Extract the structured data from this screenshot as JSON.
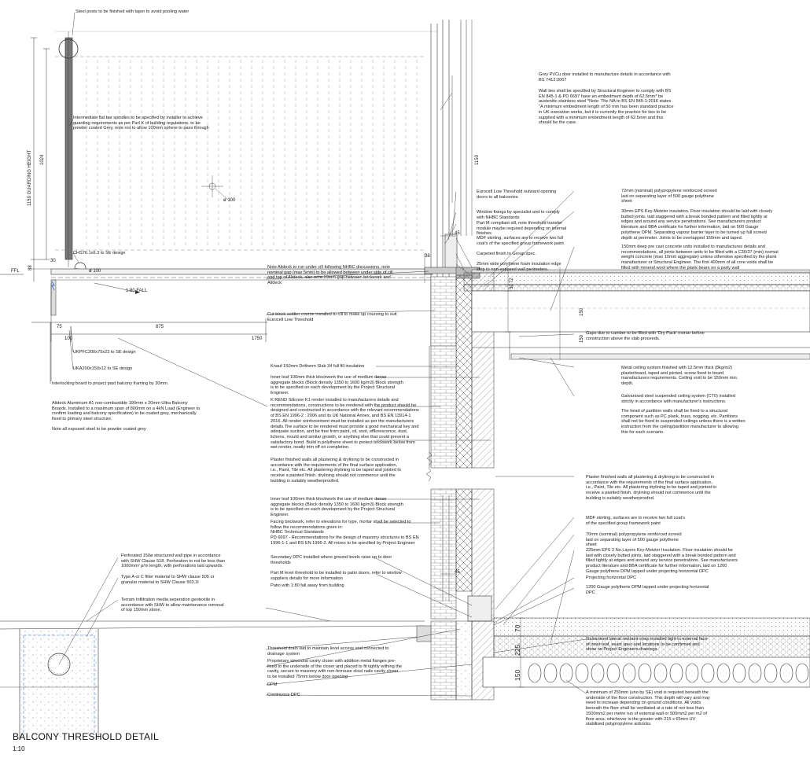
{
  "title": "BALCONY THRESHOLD DETAIL",
  "scale": "1:10",
  "notes": {
    "steel_posts": "Steel posts to be finished with taper to avoid pooling water",
    "spindles": "Intermediate flat bar spindles to be specified by installer to achieve\nguarding requirements as per Part K of building regulations, to be\npowder coated Grey, note not to allow 100mm sphere to pass through",
    "chs": "CHS76.1x6.3 to SE design",
    "ufkfc": "UKPFC200x75x23 to SE design",
    "uka": "UKA200x150x12 to SE design",
    "interlocking": "Interlocking board to project past balcony framing by 30mm",
    "alideck": "Alideck Aluminium A1 non-combustible 190mm x 20mm Ultra Balcony\nBoards. Installed to a maximum span of 800mm on a 4kN Load (Engineer to\nconfirm loading and balcony specification) to be coated grey, mechanically\nfixed to primary steel structure.",
    "exposed_steel": "Note all exposed steel to be powder coated grey",
    "grey_door": "Grey PVCu door installed to manufacture details in accordance with\nBS 7412:2007",
    "wall_ties": "Wall ties shall be specified by Structural Engineer to comply with BS\nEN 845-1 & PD 6697 have an embedment depth of 62.5mm* be\naustenitic stainless steel *Note: The NA to BS EN 845-1:2016 states\n\"A minimum embedment length of 50 mm has been standard practice\nin UK execution works, but it is currently the practice for ties to be\nsupplied with a minimum embedment length of 62.5mm and this\nshould be the case.",
    "eurocell_low": "Eurocell Low Threshold outward opening\ndoors to all balconies",
    "window_fixings": "Window fixings by specialist and to comply\nwith NHBC Standards",
    "part_m_sill": "Part M compliant sill, note threshold transfer\nmodule maybe required depending on internal\nfinishes",
    "mdf_top": "MDF skirting, surfaces are to receive two full\ncoat's of the specified group framework paint",
    "carpet": "Carpeted finish to Group spec.",
    "polythene_strip": "25mm wide polythene foam insulation edge\nstrip to non-exposed wall perimeters.",
    "screed_top": "72mm (nominal) polypropylene reinforced screed\nlaid on separating layer of 500 gauge polythene\nsheet",
    "eps_top": "30mm EPS Key-Metzler insulation. Floor insulation should be laid with closely\nbutted joints, laid staggered with a break bonded pattern and filled tightly at\nedges and around any service penetrations. See manufacturers product\nliterature and BBA certificate for further information, laid on 500 Gauge\npolythene DPM. Separating vapour barrier layer to be turned up full screed\ndepth at perimeter. Joints to be overlapped 150mm and taped.",
    "precast": "150mm deep pre cast concrete units installed to manufactures details and\nrecommendations, all joints between units to be filled with a C30/37 (min) normal\nweight concrete (max 10mm aggregate) unless otherwise specified by the plank\nmanufacturer or Structural Engineer. The first 400mm of all core voids shall be\nfilled with mineral wool where the plank bears on a party wall",
    "alideck_run": "Note Alideck to run under cill following NHBC discussions, note\nnominal gap (max 5mm) to be allowed between under side of cill\nand top of Alideck, also note 10mm gap between brickwork and\nAlideck",
    "cut_block": "Cut block soldier course installed to cill to make up coursing to suit\nEurocell Low Threshold",
    "gaps": "Gaps due to camber to be filled with 'Dry Pack' mortar before\nconstruction above the slab proceeds.",
    "knauf": "Knauf 150mm Dritherm Slab 34 full fill insulation",
    "inner_leaf_top": "Inner leaf 100mm thick blockwork the use of medium dense\naggregate blocks (Block density 1350 to 1600 kg/m3) Block strength\nis to be specified on each development by the Project Structural\nEngineer.",
    "krend": "K REND Silicone K1 render installed to manufacturers details and\nrecommendations, constructions to be rendered with the product should be\ndesigned and constructed in accordance with the relevant recommendations\nof BS EN 1996-2 : 2006 and its UK National Annex, and BS EN 13914-1\n2016. All render reinforcement must be installed as per the manufacturers\ndetails.The surface to be rendered must provide a good mechanical key and\nadequate suction, and be free from paint, oil, soot, efflorescence, dust,\nlichens, mould and similar growth, or anything else that could prevent a\nsatisfactory bond. Build in polythene sheet to protect brickwork below from\nwet render, neatly trim off on completion.",
    "metal_ceiling": "Metal ceiling system finished with 12.5mm thick (8kg/m2)\nplasterboard, taped and jointed, screw fixed to board\nmanufacturers requirements. Ceiling void to be 150mm min.\ndepth.",
    "galvanised_ceiling": "Galvanised steel suspended ceiling system (CT0) installed\nstrictly in accordance with manufacturer's instructions.",
    "partition_head": "The head of partition walls shall be fixed to a structural\ncomponent such as PC plank, truss, nogging, etc. Partitions\nshall not be fixed to suspended ceilings unless there is a written\ninstruction from the ceiling/partition manufacturer to allowing\nthis for each scenario.",
    "plaster_left": "Plaster finished walls all  plastering & drylining to be constructed in\naccordance with the requirements of the final surface application,\ni.e., Paint, Tile etc. All plastering drylining to be taped and jointed to\nreceive a painted finish. drylining should not commence until the\nbuilding is suitably weatherproofed.",
    "plaster_right": "Plaster finished walls all  plastering & drylining to be constructed in\naccordance with the requirements of the final surface application,\ni.e., Paint, Tile etc. All plastering drylining to be taped and jointed to\nreceive a painted finish. drylining should not commence until the\nbuilding is suitably weatherproofed.",
    "inner_leaf_bottom": "Inner leaf 100mm thick blockwork the use of medium dense\naggregate blocks (Block density 1350 to 1600 kg/m3) Block strength\nis to be specified on each development by the Project Structural\nEngineer.",
    "facing_brick": "Facing brickwork, refer to elevations for type, mortar shall be selected to\nfollow the recommendations given in:\nNHBC Technical Standards\nPD 6697 - Recommendations for the design of masonry structures to BS EN\n1996-1-1 and BS EN 1996-2. All mixes to be specified by Project Engineer",
    "mdf_bottom": "MDF skirting, surfaces are to receive two full coat's\nof the specified group framework paint",
    "screed_bottom": "70mm (nominal) polypropylene reinforced screed\nlaid on separating layer of 500 gauge polythene\nsheet",
    "eps_bottom": "225mm EPS 2 No.Layers Key-Metzler Insulation. Floor insulation should be\nlaid with closely butted joints, laid staggered with a break bonded pattern and\nfilled tightly at edges and around any service penetrations. See manufacturers\nproduct literature and BBA certificate for further information, laid on 1200\nGauge polythene DPM lapped under projecting horizontal DPC",
    "projecting_dpc": "Projecting horizontal DPC",
    "dpm_1200": "1200 Gauge polythene DPM lapped under projecting horizontal\nDPC",
    "secondary_dpc": "Secondary DPC installed where ground levels raise up to door\nthresholds",
    "part_m_thresh": "Part M level threshold to be installed to patio doors, refer to window\nsuppliers details for more information",
    "patio": "Patio with 1:80 fall away from building",
    "perforated_pipe": "Perforated 150ø structured wall pipe in accordance\nwith SHW Clause 518. Perforation to not be less than\n1000mm² p/m length, with perforations laid upwards.",
    "filter": "Type A or C filter material to SHW clause 505 or\ngranular material to SHW Clause 503.3i",
    "geotextile": "Terram Infiltration media seperation geotextile in\naccordance with SHW to allow maintenance removal\nof top 150mm stone.",
    "threshold_drain": "Threshold drain laid to maintain level access and connected to\ndrainage system",
    "cavity_closer": "Proprietary structural cavity closer with addition metal flanges pre-\nfixed to the underside of the closer and placed to fit tightly withing the\ncavity, secure to masonry with non-ferrouse clout nails cavity closer\nto be installed 75mm below door opening",
    "dpm": "DPM",
    "continuous_dpc": "Continuous DPC",
    "galv_strap": "Galvanised lateral restraint strap installed tight to external face\nof inner leaf, exact spec and locations to be confirmed and\nshow on Project Engineers drawings",
    "void": "A minimum of 250mm  (uno by SE) void is required beneath the\nunderside of the floor construction. This depth will vary and may\nneed to increase depending on ground conditions. All voids\nbeneath the floor shall be ventilated at a rate of not less than\n1500mm2 per metre run of external wall or 500mm2 per m2 of\nfloor area, whichever is the greater with 215 x 65mm UV\nstabilised polypropylene airbricks."
  },
  "dims": {
    "guarding": "1150 GUARDING HEIGHT",
    "d1024": "1024",
    "d1150": "1150",
    "d88": "88",
    "d30": "30",
    "d75": "75",
    "d875": "875",
    "d100": "100",
    "d1750": "1750",
    "d45_top": "45",
    "d38": "38",
    "d30b": "30",
    "d72": "72",
    "d150_a": "150",
    "d150_b": "150",
    "d45_bottom": "45",
    "d70": "70",
    "d225": "225",
    "d150_c": "150",
    "phi100_a": "ø 100",
    "phi100_b": "ø 100",
    "fall": "1:80 FALL",
    "ffl": "FFL"
  }
}
